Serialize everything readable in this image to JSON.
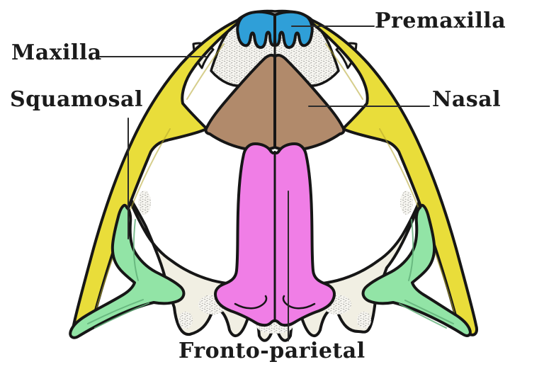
{
  "diagram": {
    "background_color": "#ffffff",
    "labels": {
      "premaxilla": "Premaxilla",
      "maxilla": "Maxilla",
      "squamosal": "Squamosal",
      "nasal": "Nasal",
      "fronto_parietal": "Fronto-parietal"
    },
    "colors": {
      "premaxilla": "#2f9fd8",
      "maxilla": "#e9dd3a",
      "nasal": "#b18a6b",
      "fronto_parietal": "#f07ee6",
      "squamosal": "#92e4a6",
      "cranium_base": "#f1efe3",
      "stipple_dot": "#9b9b97",
      "outline": "#161616",
      "leader_line": "#2b2b2b",
      "label_text": "#1b1b1b"
    }
  }
}
